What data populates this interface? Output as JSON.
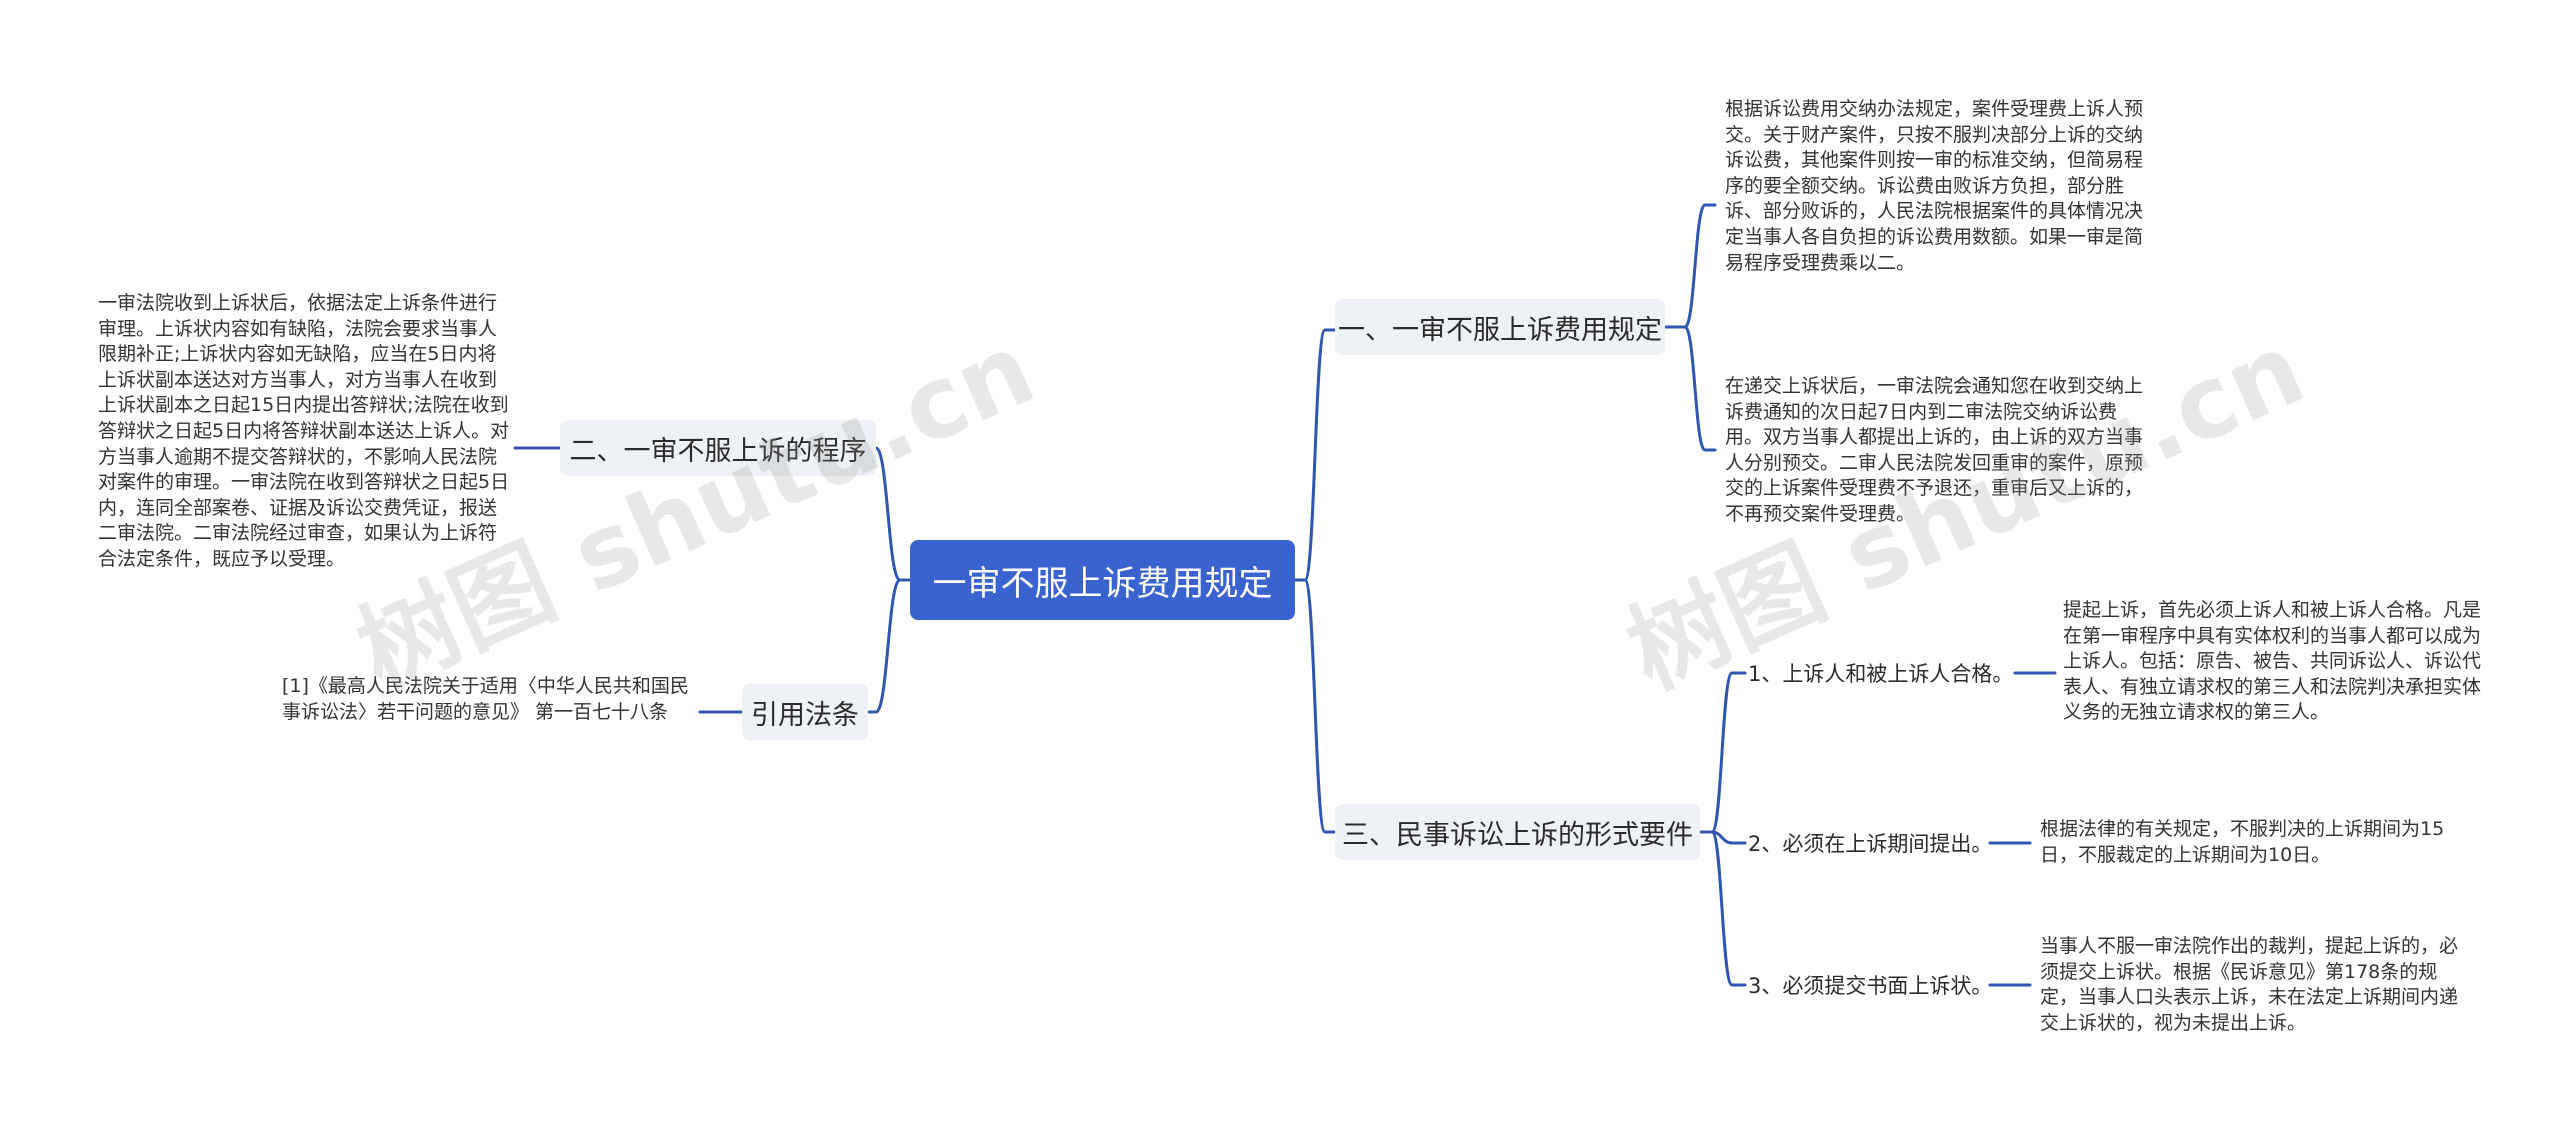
{
  "root": {
    "label": "一审不服上诉费用规定"
  },
  "branches": {
    "b1": {
      "label": "一、一审不服上诉费用规定"
    },
    "b2": {
      "label": "二、一审不服上诉的程序"
    },
    "b3": {
      "label": "三、民事诉讼上诉的形式要件"
    },
    "b4": {
      "label": "引用法条"
    }
  },
  "leaves": {
    "b1_l1": "根据诉讼费用交纳办法规定，案件受理费上诉人预交。关于财产案件，只按不服判决部分上诉的交纳诉讼费，其他案件则按一审的标准交纳，但简易程序的要全额交纳。诉讼费由败诉方负担，部分胜诉、部分败诉的，人民法院根据案件的具体情况决定当事人各自负担的诉讼费用数额。如果一审是简易程序受理费乘以二。",
    "b1_l2": "在递交上诉状后，一审法院会通知您在收到交纳上诉费通知的次日起7日内到二审法院交纳诉讼费用。双方当事人都提出上诉的，由上诉的双方当事人分别预交。二审人民法院发回重审的案件，原预交的上诉案件受理费不予退还，重审后又上诉的，不再预交案件受理费。",
    "b2_l1": "一审法院收到上诉状后，依据法定上诉条件进行审理。上诉状内容如有缺陷，法院会要求当事人限期补正;上诉状内容如无缺陷，应当在5日内将上诉状副本送达对方当事人，对方当事人在收到上诉状副本之日起15日内提出答辩状;法院在收到答辩状之日起5日内将答辩状副本送达上诉人。对方当事人逾期不提交答辩状的，不影响人民法院对案件的审理。一审法院在收到答辩状之日起5日内，连同全部案卷、证据及诉讼交费凭证，报送二审法院。二审法院经过审查，如果认为上诉符合法定条件，既应予以受理。",
    "b4_l1": "[1]《最高人民法院关于适用〈中华人民共和国民事诉讼法〉若干问题的意见》 第一百七十八条",
    "b3_s1_leaf": "提起上诉，首先必须上诉人和被上诉人合格。凡是在第一审程序中具有实体权利的当事人都可以成为上诉人。包括：原告、被告、共同诉讼人、诉讼代表人、有独立请求权的第三人和法院判决承担实体义务的无独立请求权的第三人。",
    "b3_s2_leaf": "根据法律的有关规定，不服判决的上诉期间为15日，不服裁定的上诉期间为10日。",
    "b3_s3_leaf": "当事人不服一审法院作出的裁判，提起上诉的，必须提交上诉状。根据《民诉意见》第178条的规定，当事人口头表示上诉，未在法定上诉期间内递交上诉状的，视为未提出上诉。"
  },
  "subs": {
    "b3_s1": "1、上诉人和被上诉人合格。",
    "b3_s2": "2、必须在上诉期间提出。",
    "b3_s3": "3、必须提交书面上诉状。"
  },
  "watermarks": [
    "树图 shutu.cn",
    "树图 shutu.cn"
  ],
  "colors": {
    "root_fill": "#3a63d0",
    "edge": "#2f56b0",
    "branch_fill": "#eef1f5"
  }
}
